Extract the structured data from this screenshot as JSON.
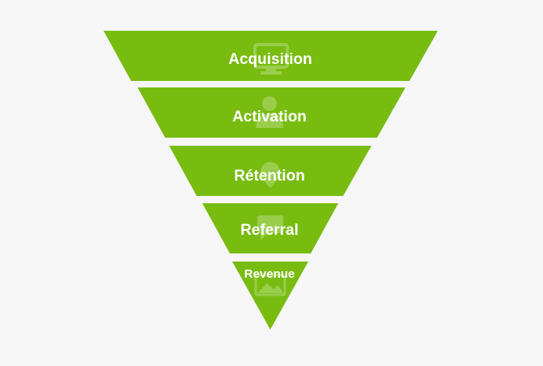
{
  "colors": {
    "background": "#f6f6f6",
    "funnel_green": "#78bc10",
    "icon_overlay": "#ffffff"
  },
  "funnel": {
    "stages": [
      {
        "label": "Acquisition",
        "icon": "computer-screen-icon"
      },
      {
        "label": "Activation",
        "icon": "user-person-icon"
      },
      {
        "label": "Rétention",
        "icon": "map-pin-icon"
      },
      {
        "label": "Referral",
        "icon": "speech-bubble-icon"
      },
      {
        "label": "Revenue",
        "icon": "image-landscape-icon"
      }
    ]
  }
}
